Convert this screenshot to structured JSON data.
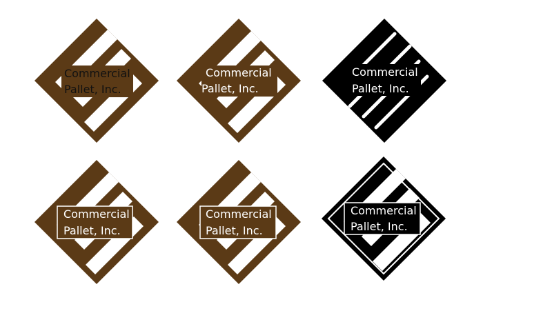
{
  "colors": {
    "brown": "#5b3a16",
    "black": "#000000",
    "white": "#ffffff"
  },
  "logos": [
    {
      "line1": "Commercial",
      "line2": "Pallet, Inc.",
      "variant": "brown, dark text on brown label"
    },
    {
      "line1": "Commercial",
      "line2": "Pallet, Inc.",
      "variant": "brown, white text on brown label"
    },
    {
      "line1": "Commercial",
      "line2": "Pallet, Inc.",
      "variant": "black, thin diagonal slats"
    },
    {
      "line1": "Commercial",
      "line2": "Pallet, Inc.",
      "variant": "brown, outlined label"
    },
    {
      "line1": "Commercial",
      "line2": "Pallet, Inc.",
      "variant": "brown, outlined label"
    },
    {
      "line1": "Commercial",
      "line2": "Pallet, Inc.",
      "variant": "black outline with inner border"
    }
  ]
}
